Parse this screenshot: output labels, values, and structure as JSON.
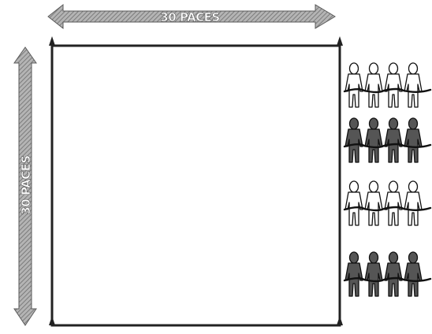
{
  "diagram": {
    "top_arrow": {
      "label": "30 PACES"
    },
    "left_arrow": {
      "label": "30 PACES"
    },
    "colors": {
      "arrow_fill": "#a9a9a9",
      "arrow_outline": "#5a5a5a",
      "arrow_label": "#ffffff",
      "field_line": "#222222",
      "figure_light": "#ffffff",
      "figure_dark": "#555555",
      "figure_outline": "#111111",
      "rope": "#111111"
    },
    "teams": [
      {
        "name": "team-1",
        "shade": "light",
        "members": 4
      },
      {
        "name": "team-2",
        "shade": "dark",
        "members": 4
      },
      {
        "name": "team-3",
        "shade": "light",
        "members": 4
      },
      {
        "name": "team-4",
        "shade": "dark",
        "members": 4
      }
    ]
  }
}
